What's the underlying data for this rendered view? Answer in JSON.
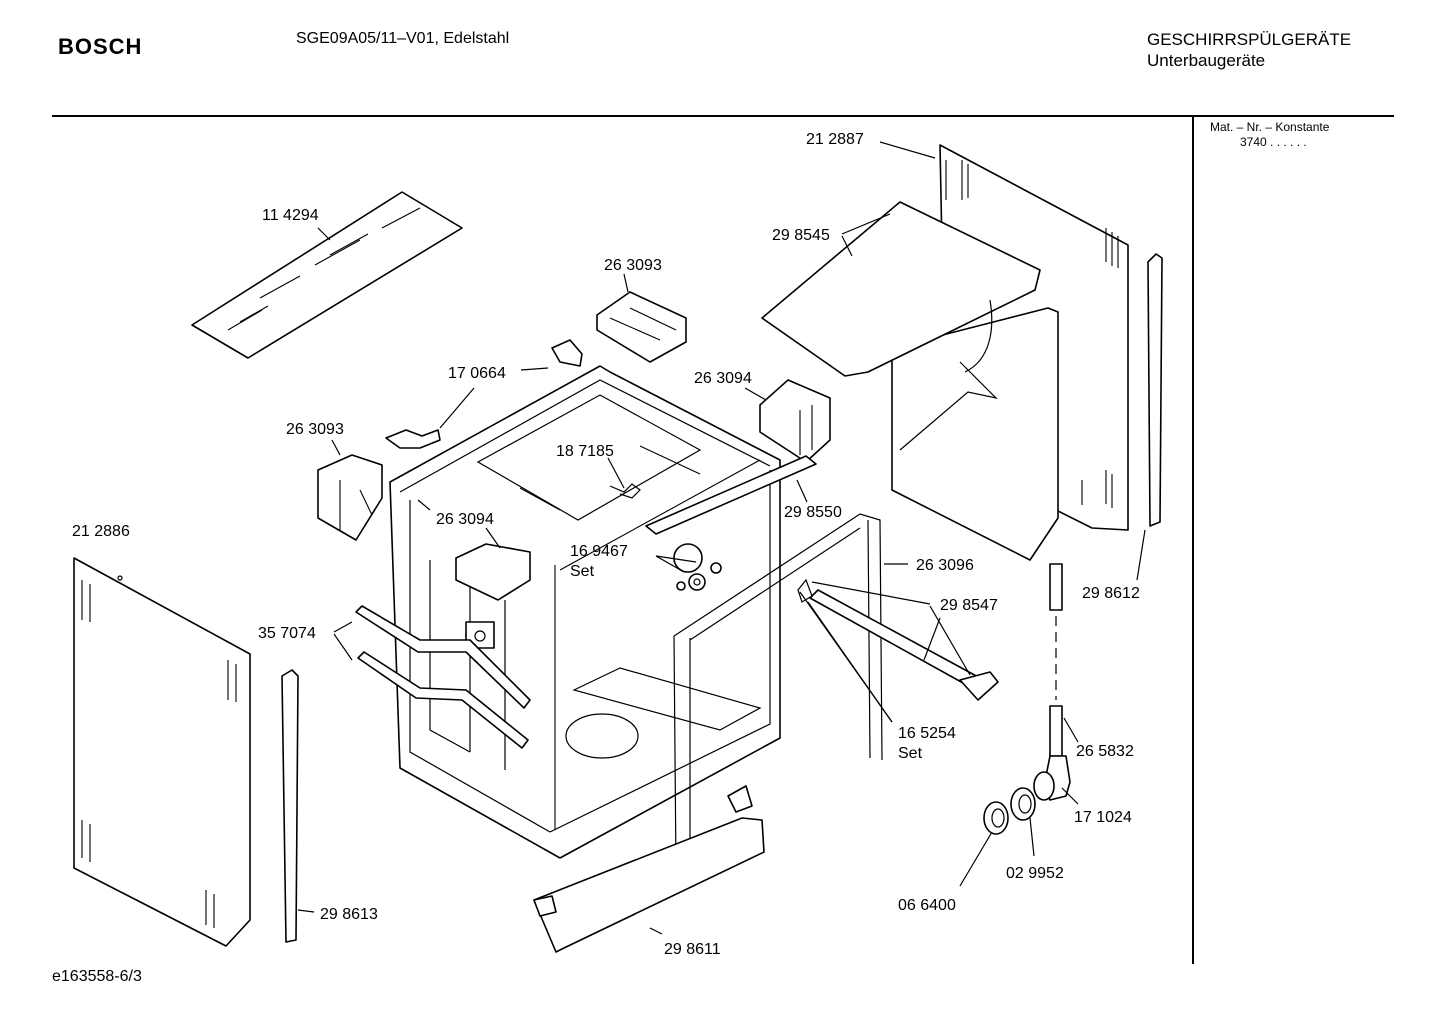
{
  "header": {
    "brand": "BOSCH",
    "model": "SGE09A05/11–V01, Edelstahl",
    "category_line1": "GESCHIRRSPÜLGERÄTE",
    "category_line2": "Unterbaugeräte"
  },
  "side_panel": {
    "mat_label": "Mat. – Nr. – Konstante",
    "mat_value": "3740 .  .  .  .  .  ."
  },
  "footer": {
    "doc_id": "e163558-6/3"
  },
  "parts": [
    {
      "label": "21 2887"
    },
    {
      "label": "11 4294"
    },
    {
      "label": "29 8545"
    },
    {
      "label": "26 3093"
    },
    {
      "label": "17 0664"
    },
    {
      "label": "26 3094"
    },
    {
      "label": "26 3093"
    },
    {
      "label": "18 7185"
    },
    {
      "label": "29 8550"
    },
    {
      "label": "26 3094"
    },
    {
      "label": "16 9467"
    },
    {
      "label": "Set"
    },
    {
      "label": "21 2886"
    },
    {
      "label": "26 3096"
    },
    {
      "label": "29 8612"
    },
    {
      "label": "29 8547"
    },
    {
      "label": "35 7074"
    },
    {
      "label": "16 5254"
    },
    {
      "label": "Set"
    },
    {
      "label": "26 5832"
    },
    {
      "label": "17 1024"
    },
    {
      "label": "02 9952"
    },
    {
      "label": "06 6400"
    },
    {
      "label": "29 8613"
    },
    {
      "label": "29 8611"
    }
  ]
}
